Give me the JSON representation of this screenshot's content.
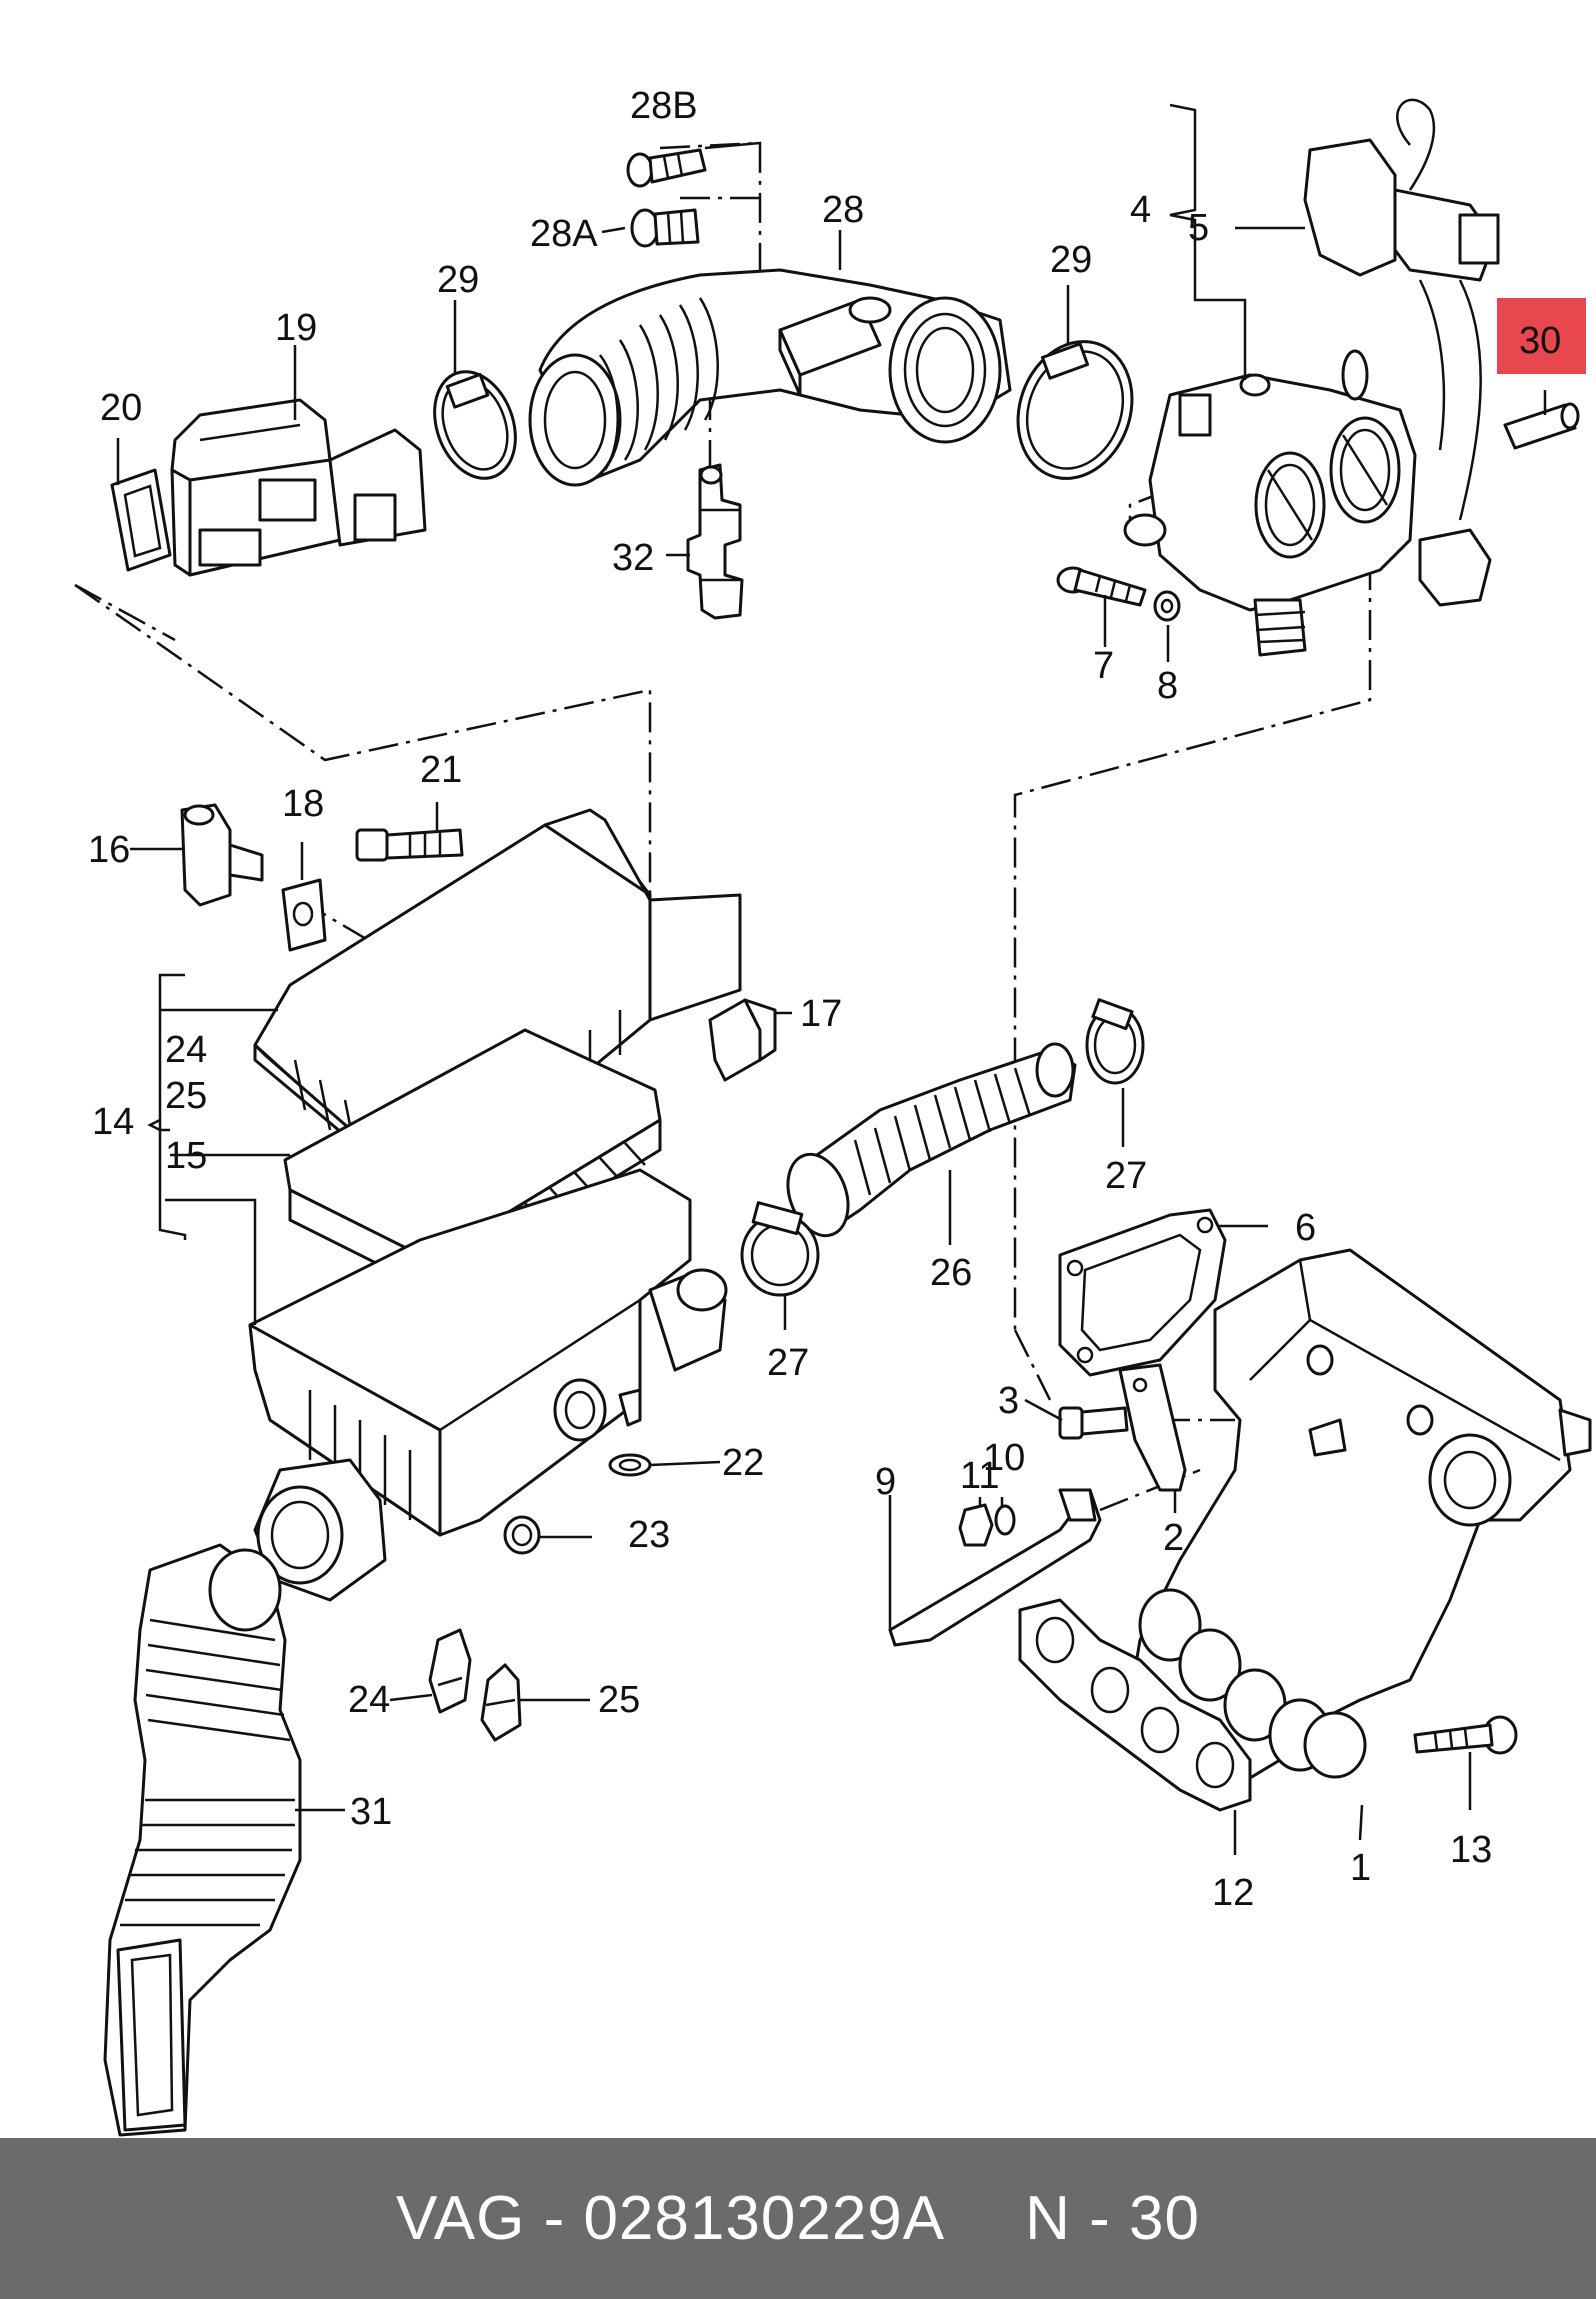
{
  "footer": {
    "brand": "VAG",
    "separator": "-",
    "part_number": "028130229A",
    "position_prefix": "N",
    "position_separator": "-",
    "position_number": "30"
  },
  "highlight": {
    "label": "30",
    "color": "#e8474f"
  },
  "colors": {
    "footer_bg": "#6b6b6b",
    "line": "#111111"
  },
  "callouts": {
    "c28B": "28B",
    "c28A": "28A",
    "c28": "28",
    "c29a": "29",
    "c29b": "29",
    "c19": "19",
    "c20": "20",
    "c32": "32",
    "c4": "4",
    "c5": "5",
    "c7": "7",
    "c8": "8",
    "c21": "21",
    "c18": "18",
    "c16": "16",
    "c17": "17",
    "c24a": "24",
    "c25a": "25",
    "c14": "14",
    "c15": "15",
    "c27a": "27",
    "c27b": "27",
    "c26": "26",
    "c6": "6",
    "c3": "3",
    "c22": "22",
    "c23": "23",
    "c9": "9",
    "c11": "11",
    "c10": "10",
    "c2": "2",
    "c24b": "24",
    "c25b": "25",
    "c31": "31",
    "c12": "12",
    "c1": "1",
    "c13": "13"
  }
}
